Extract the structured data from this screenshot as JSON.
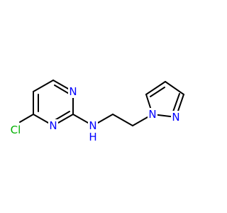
{
  "colors": {
    "background": "#ffffff",
    "bond": "#000000",
    "nitrogen": "#0000ff",
    "chlorine": "#00b000"
  },
  "atoms": {
    "cl": "Cl",
    "n_pyrimidine_top": "N",
    "n_pyrimidine_bottom": "N",
    "nh_n": "N",
    "nh_h": "H",
    "n_pyrazole_1": "N",
    "n_pyrazole_2": "N"
  }
}
